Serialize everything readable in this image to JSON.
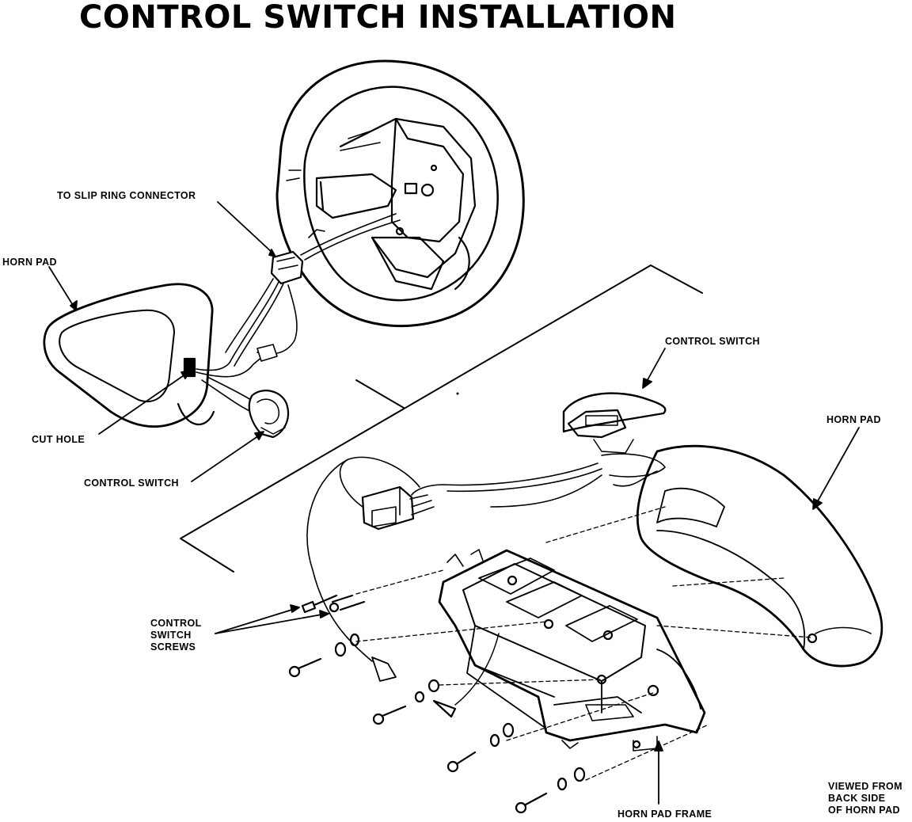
{
  "title": "CONTROL SWITCH INSTALLATION",
  "labels": {
    "slip_ring": "TO SLIP RING CONNECTOR",
    "horn_pad_left": "HORN PAD",
    "cut_hole": "CUT HOLE",
    "control_switch_left": "CONTROL SWITCH",
    "control_switch_right": "CONTROL SWITCH",
    "horn_pad_right": "HORN PAD",
    "screws_line1": "CONTROL",
    "screws_line2": "SWITCH",
    "screws_line3": "SCREWS",
    "horn_pad_frame": "HORN PAD FRAME",
    "viewed_line1": "VIEWED FROM",
    "viewed_line2": "BACK SIDE",
    "viewed_line3": "OF HORN PAD"
  },
  "colors": {
    "ink": "#000000",
    "paper": "#ffffff"
  }
}
